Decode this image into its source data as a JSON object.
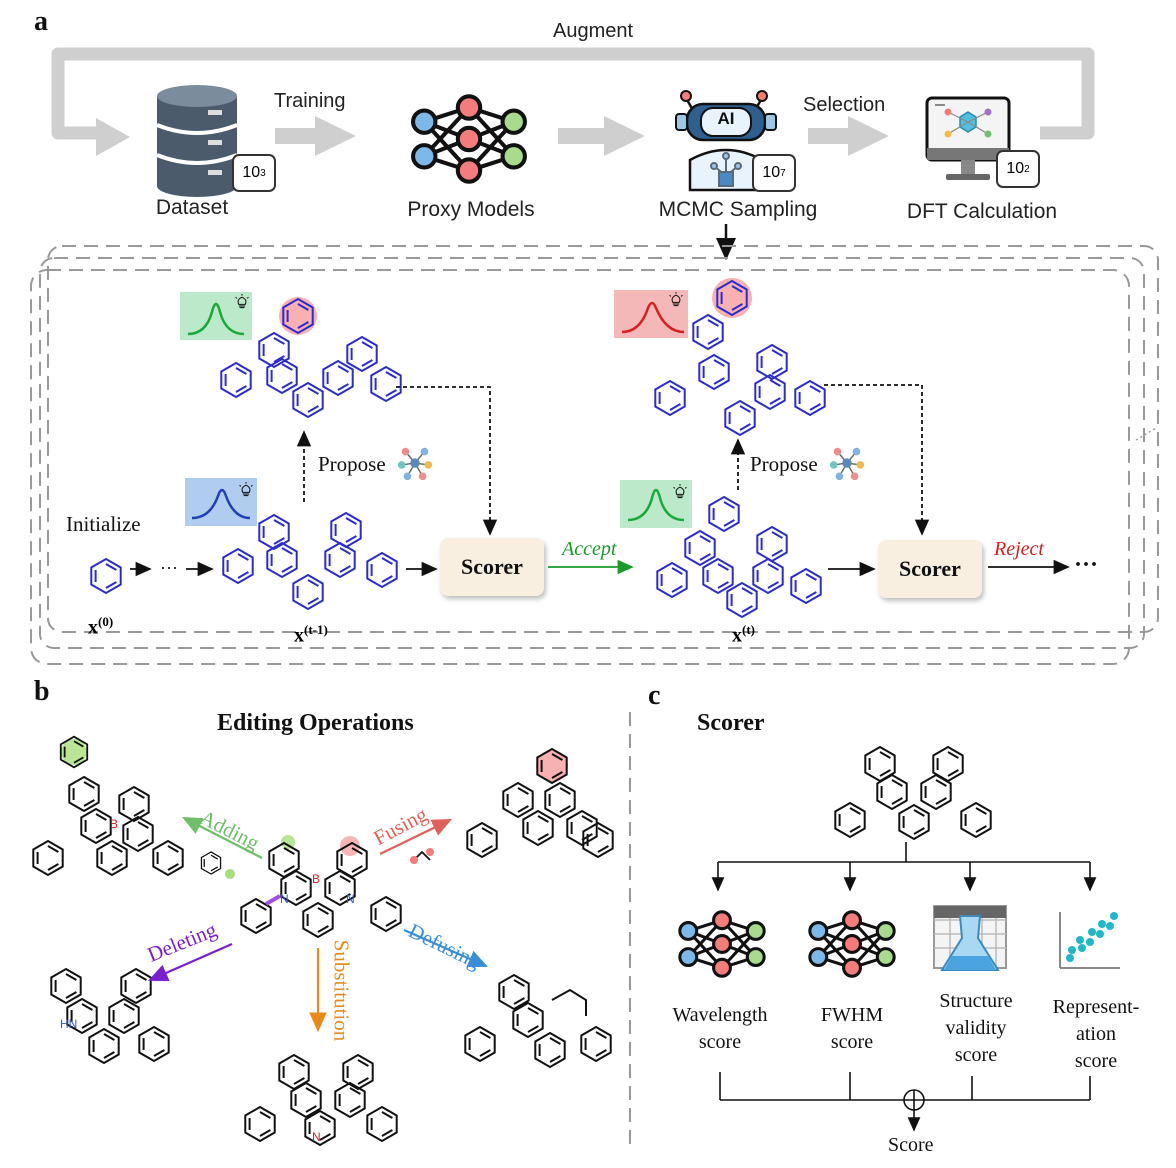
{
  "panel_a": {
    "label": "a",
    "augment_label": "Augment",
    "stages": [
      {
        "name": "Dataset",
        "badge_base": "10",
        "badge_exp": "3"
      },
      {
        "name": "Proxy Models"
      },
      {
        "name": "MCMC Sampling",
        "badge_base": "10",
        "badge_exp": "7",
        "robot_text": "AI"
      },
      {
        "name": "DFT Calculation",
        "badge_base": "10",
        "badge_exp": "2"
      }
    ],
    "flows": {
      "training": "Training",
      "selection": "Selection"
    },
    "mcmc": {
      "initialize": "Initialize",
      "propose_1": "Propose",
      "propose_2": "Propose",
      "scorer_1": "Scorer",
      "scorer_2": "Scorer",
      "accept": "Accept",
      "reject": "Reject",
      "x0": {
        "base": "x",
        "sup": "(0)"
      },
      "xt1": {
        "base": "x",
        "sup": "(t-1)"
      },
      "xt": {
        "base": "x",
        "sup": "(t)"
      },
      "dots": "···",
      "trail": "···"
    }
  },
  "panel_b": {
    "label": "b",
    "title": "Editing Operations",
    "operations": {
      "adding": "Adding",
      "fusing": "Fusing",
      "deleting": "Deleting",
      "substitution": "Substitution",
      "defusing": "Defusing"
    },
    "atoms": {
      "boron": "B",
      "nitrogen": "N",
      "amine": "HN"
    }
  },
  "panel_c": {
    "label": "c",
    "title": "Scorer",
    "scores": [
      {
        "line1": "Wavelength",
        "line2": "score",
        "line3": ""
      },
      {
        "line1": "FWHM",
        "line2": "score",
        "line3": ""
      },
      {
        "line1": "Structure",
        "line2": "validity",
        "line3": "score"
      },
      {
        "line1": "Represent-",
        "line2": "ation",
        "line3": "score"
      }
    ],
    "output": "Score"
  },
  "colors": {
    "molecule_blue": "#2b2bd0",
    "accept_green": "#1a9a2a",
    "reject_red": "#d42020",
    "adding_green": "#6fbf6a",
    "fusing_red": "#e0605a",
    "deleting_purple": "#7a1fd0",
    "substitution_orange": "#e88a1a",
    "defusing_blue": "#3a8ed8",
    "scorer_bg": "#f9efe0",
    "arrow_gray": "#cfcfcf"
  }
}
